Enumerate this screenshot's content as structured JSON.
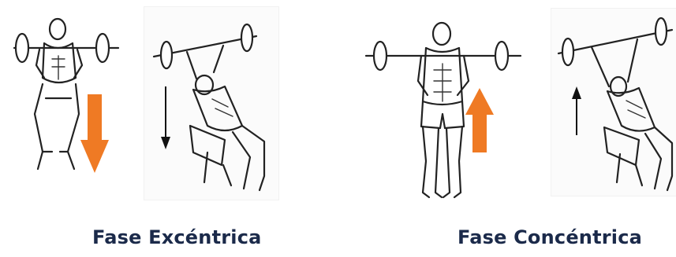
{
  "captions": {
    "eccentric": "Fase Excéntrica",
    "concentric": "Fase Concéntrica"
  },
  "colors": {
    "arrow_accent": "#ef7a24",
    "caption_text": "#1b2a4a",
    "line_art": "#222222"
  },
  "icons": {
    "eccentric_big_arrow": "arrow-down",
    "eccentric_small_arrow": "arrow-down",
    "concentric_big_arrow": "arrow-up",
    "concentric_small_arrow": "arrow-up"
  }
}
